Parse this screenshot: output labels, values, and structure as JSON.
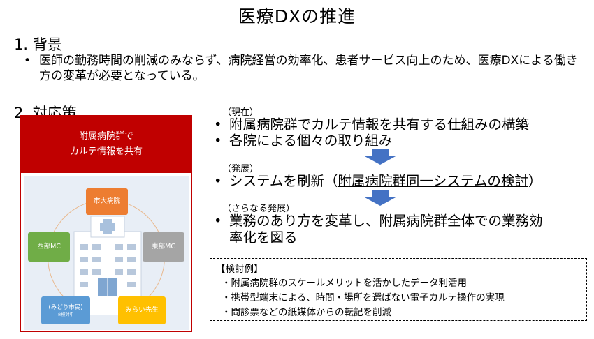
{
  "title": "医療DXの推進",
  "section1": {
    "heading": "1. 背景",
    "bullet": "医師の勤務時間の削減のみならず、病院経営の効率化、患者サービス向上のため、医療DXによる働き方の変革が必要となっている。"
  },
  "section2": {
    "heading": "2. 対応策"
  },
  "panel": {
    "header_line1": "附属病院群で",
    "header_line2": "カルテ情報を共有",
    "nodes": {
      "top": "市大病院",
      "left": "西部MC",
      "right": "東部MC",
      "bottom_left": "(みどり市民)",
      "bottom_left_sub": "※検討中",
      "bottom_right": "みらい先生"
    }
  },
  "stages": [
    {
      "label": "（現在）",
      "items": [
        "附属病院群でカルテ情報を共有する仕組みの構築",
        "各院による個々の取り組み"
      ]
    },
    {
      "label": "（発展）",
      "item_prefix": "システムを刷新（",
      "item_underlined": "附属病院群同一システムの検討",
      "item_suffix": "）"
    },
    {
      "label": "（さらなる発展）",
      "item_line1": "業務のあり方を変革し、附属病院群全体での業務効",
      "item_line2": "率化を図る"
    }
  ],
  "examples": {
    "title": "【検討例】",
    "items": [
      "・附属病院群のスケールメリットを活かしたデータ利活用",
      "・携帯型端末による、時間・場所を選ばない電子カルテ操作の実現",
      "・問診票などの紙媒体からの転記を削減"
    ]
  },
  "bullet_symbol": "•",
  "colors": {
    "panel_red": "#c00000",
    "arrow_blue": "#4472c4",
    "node_orange": "#ed7d31",
    "node_green": "#70ad47",
    "node_gray": "#a5a5a5",
    "node_blue": "#5b9bd5",
    "node_yellow": "#ffc000"
  }
}
